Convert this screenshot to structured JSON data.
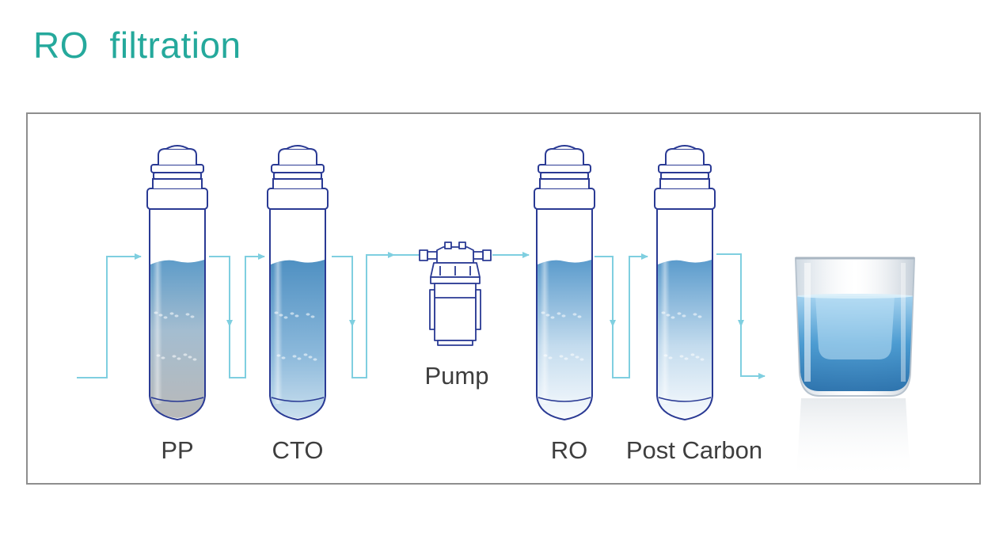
{
  "title": "RO  filtration",
  "stages": [
    {
      "label": "PP",
      "water": "gray"
    },
    {
      "label": "CTO",
      "water": "blue"
    },
    {
      "label": "RO",
      "water": "light"
    },
    {
      "label": "Post Carbon",
      "water": "light"
    }
  ],
  "pump": {
    "label": "Pump"
  },
  "colors": {
    "title": "#25a99c",
    "flow": "#7fcfe0",
    "outline": "#2a3a94",
    "frame": "#8e8e8e",
    "label": "#3e3e3e"
  }
}
